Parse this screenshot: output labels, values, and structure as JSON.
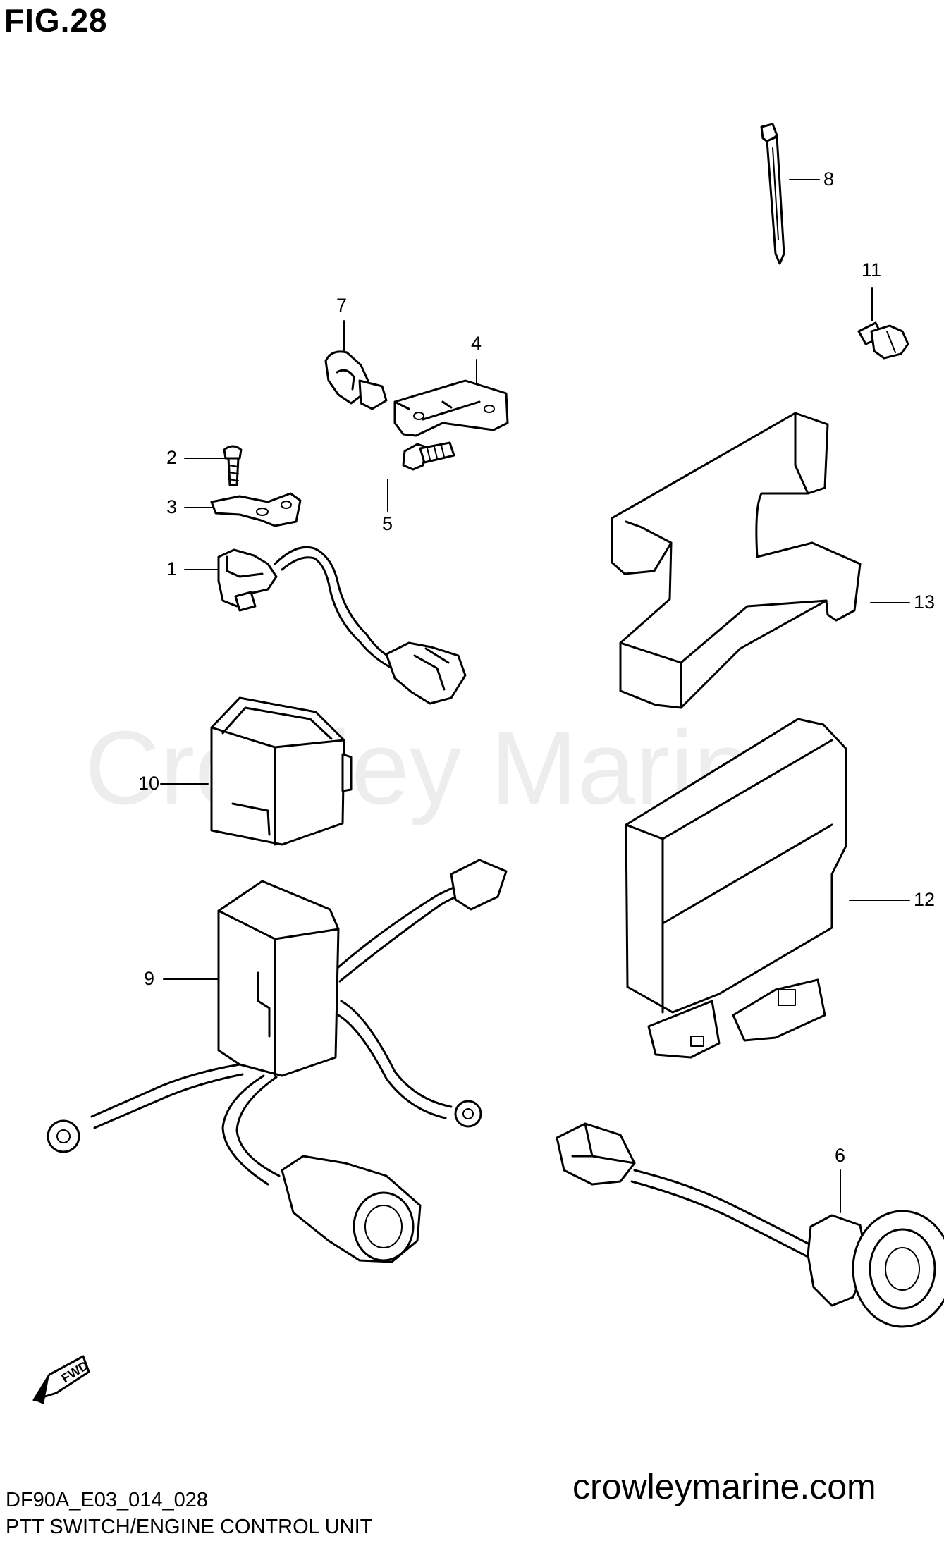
{
  "figure": {
    "title": "FIG.28"
  },
  "watermark": "Crowley Marine",
  "callouts": [
    "1",
    "2",
    "3",
    "4",
    "5",
    "6",
    "7",
    "8",
    "9",
    "10",
    "11",
    "12",
    "13"
  ],
  "fwd_label": "FWD",
  "footer": {
    "code": "DF90A_E03_014_028",
    "name": "PTT SWITCH/ENGINE CONTROL UNIT",
    "website": "crowleymarine.com"
  }
}
